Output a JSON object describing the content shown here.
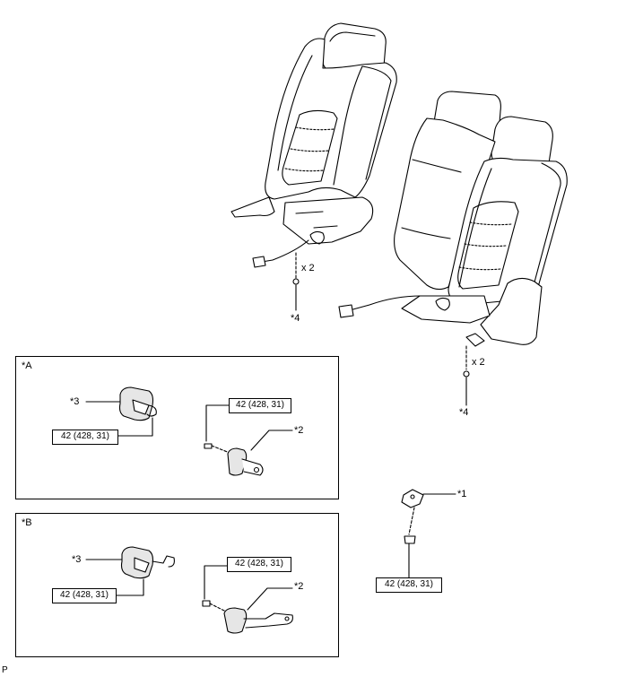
{
  "labels": {
    "callout_1": "*1",
    "callout_2": "*2",
    "callout_3": "*3",
    "callout_4": "*4",
    "qty": "x 2",
    "panel_a": "*A",
    "panel_b": "*B",
    "figure_code": "P"
  },
  "torque": "42 (428, 31)",
  "colors": {
    "line": "#000000",
    "paper": "#ffffff",
    "shade": "#e6e6e6"
  }
}
